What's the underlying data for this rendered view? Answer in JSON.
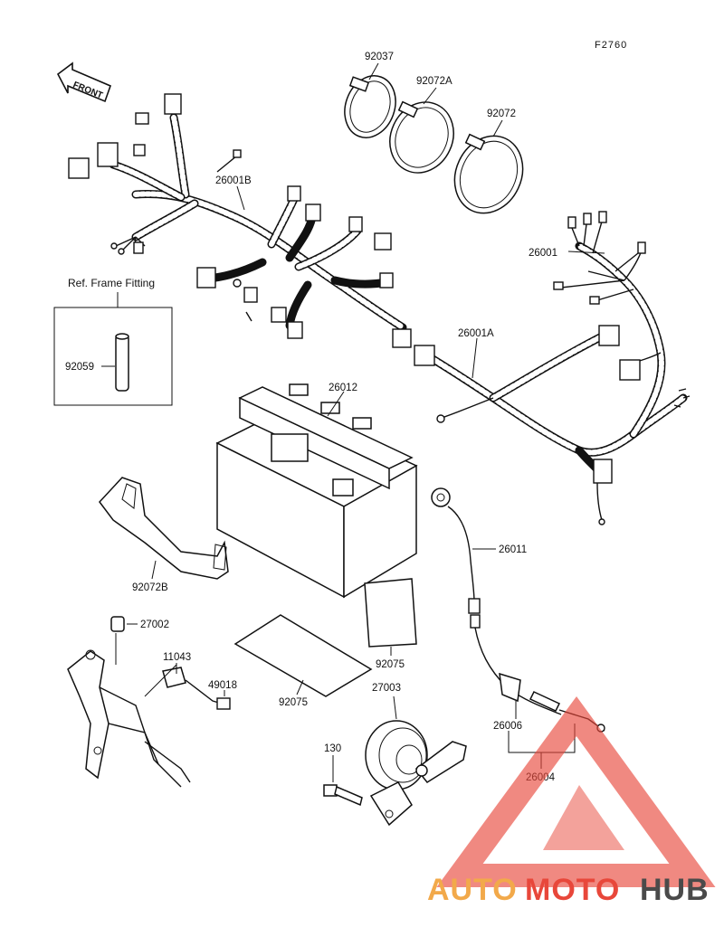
{
  "figure_code": "F2760",
  "front_label": "FRONT",
  "ref_box_title": "Ref. Frame Fitting",
  "parts": {
    "p92037": "92037",
    "p92072A": "92072A",
    "p92072": "92072",
    "p26001B": "26001B",
    "p26001": "26001",
    "p26001A": "26001A",
    "p92059": "92059",
    "p26012": "26012",
    "p26011": "26011",
    "p92072B": "92072B",
    "p27002": "27002",
    "p11043": "11043",
    "p49018": "49018",
    "p92075a": "92075",
    "p92075b": "92075",
    "p27003": "27003",
    "p26006": "26006",
    "p26004": "26004",
    "p130": "130"
  },
  "watermark": {
    "part1": "AUTO",
    "part2": "MOTO",
    "part3": "HUB",
    "color_orange": "#f2a94a",
    "color_red": "#e8473a",
    "color_gray": "#4a4a4a"
  }
}
